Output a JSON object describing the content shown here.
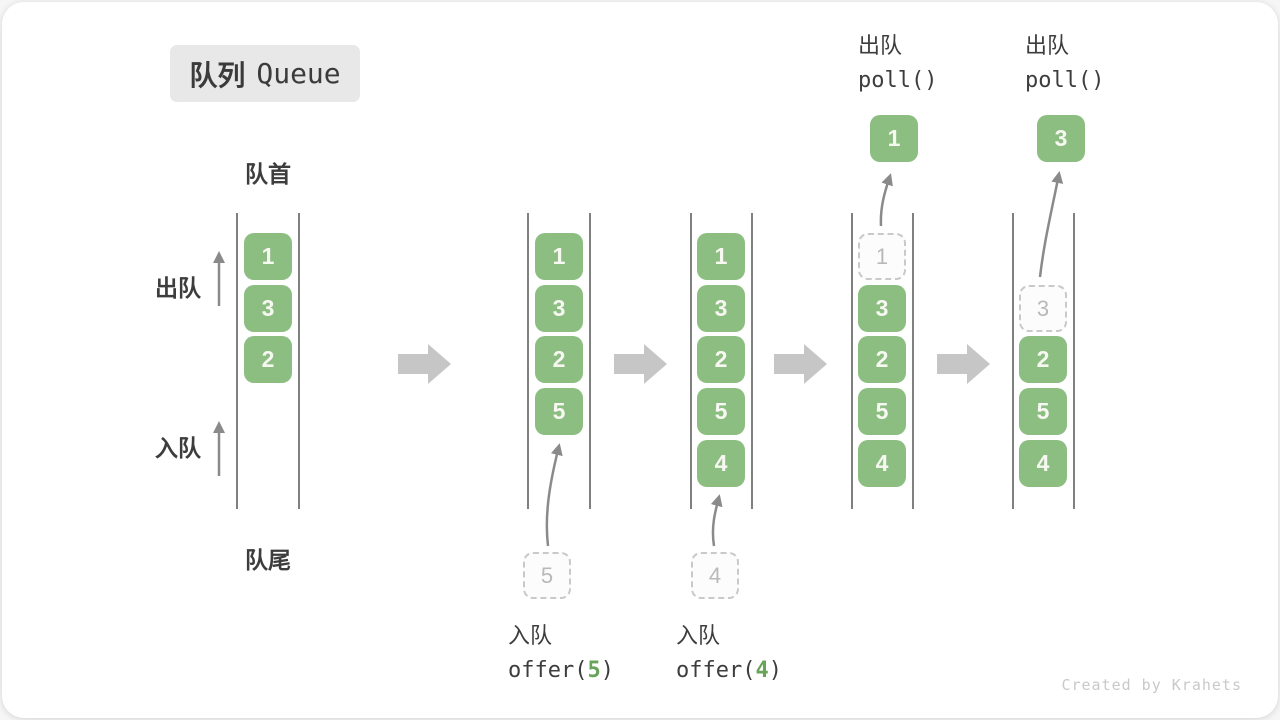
{
  "title": {
    "zh": "队列",
    "en": "Queue"
  },
  "side": {
    "front": "队首",
    "rear": "队尾",
    "dequeue": "出队",
    "enqueue": "入队"
  },
  "columns": [
    {
      "slots": [
        "1",
        "3",
        "2"
      ]
    },
    {
      "slots": [
        "1",
        "3",
        "2",
        "5"
      ],
      "incoming": "5"
    },
    {
      "slots": [
        "1",
        "3",
        "2",
        "5",
        "4"
      ],
      "incoming": "4"
    },
    {
      "removed": "1",
      "slots": [
        "3",
        "2",
        "5",
        "4"
      ],
      "polled": "1"
    },
    {
      "removed": "3",
      "slots": [
        "2",
        "5",
        "4"
      ],
      "polled": "3"
    }
  ],
  "ops": {
    "enqueue1": {
      "label": "入队",
      "code_pre": "offer(",
      "arg": "5",
      "code_post": ")"
    },
    "enqueue2": {
      "label": "入队",
      "code_pre": "offer(",
      "arg": "4",
      "code_post": ")"
    },
    "dequeue1": {
      "label": "出队",
      "code": "poll()"
    },
    "dequeue2": {
      "label": "出队",
      "code": "poll()"
    }
  },
  "watermark": "Created by Krahets",
  "colors": {
    "box_green": "#8CBE82",
    "accent_green": "#68A457",
    "block_arrow_gray": "#C6C6C6",
    "thin_arrow_gray": "#8A8A8A",
    "queue_line_dark": "#4A4A4A",
    "label_dark": "#3D3D3D",
    "dashed_border_gray": "#C9C9C9",
    "title_bg": "#E8E8E8",
    "watermark_gray": "#C9C9C9"
  }
}
